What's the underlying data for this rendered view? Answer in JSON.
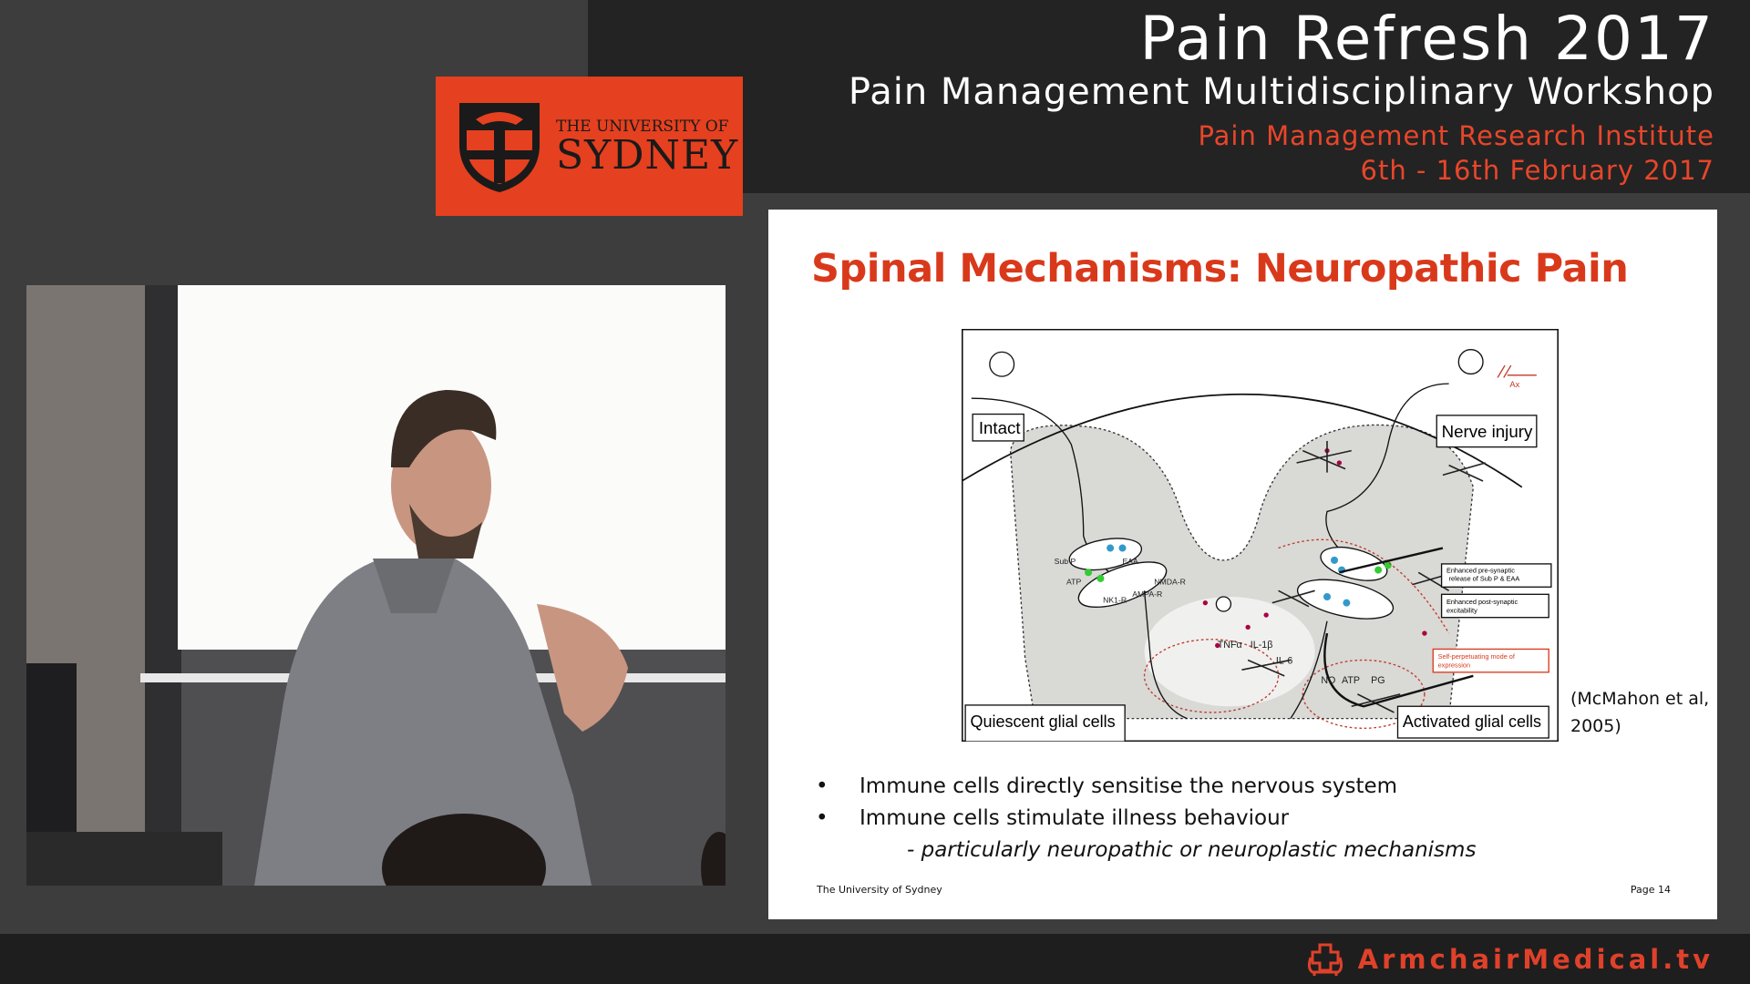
{
  "header": {
    "title": "Pain Refresh 2017",
    "subtitle": "Pain Management Multidisciplinary Workshop",
    "institute": "Pain Management Research Institute",
    "dates": "6th - 16th February 2017"
  },
  "logo": {
    "line1": "THE UNIVERSITY OF",
    "line2": "SYDNEY",
    "color": "#e5401f"
  },
  "slide": {
    "title": "Spinal Mechanisms: Neuropathic Pain",
    "diagram": {
      "intact": "Intact",
      "nerve_injury": "Nerve injury",
      "ax": "Ax",
      "quiescent": "Quiescent glial cells",
      "activated": "Activated glial cells",
      "sub_p": "Sub P",
      "eaa": "EAA",
      "atp": "ATP",
      "nmda": "NMDA-R",
      "ampa": "AMPA-R",
      "nk1": "NK1-R",
      "tnf": "TNFα",
      "il1": "IL-1β",
      "il6": "IL-6",
      "no": "NO",
      "atp2": "ATP",
      "pg": "PG",
      "pre": [
        "Enhanced pre-synaptic",
        "release of Sub P & EAA"
      ],
      "post": [
        "Enhanced post-synaptic",
        "excitability"
      ],
      "self": [
        "Self-perpetuating mode of",
        "expression"
      ]
    },
    "citation": [
      "(McMahon et al,",
      "2005)"
    ],
    "bullets": [
      "Immune cells directly sensitise the nervous system",
      "Immune cells stimulate illness behaviour"
    ],
    "sub_bullet": "- particularly neuropathic or neuroplastic mechanisms",
    "footer": "The University of Sydney",
    "page": "Page 14",
    "title_color": "#d9391b"
  },
  "brand": {
    "name": "ArmchairMedical.tv",
    "color": "#e0412a",
    "icon": "armchair-cross-icon"
  }
}
